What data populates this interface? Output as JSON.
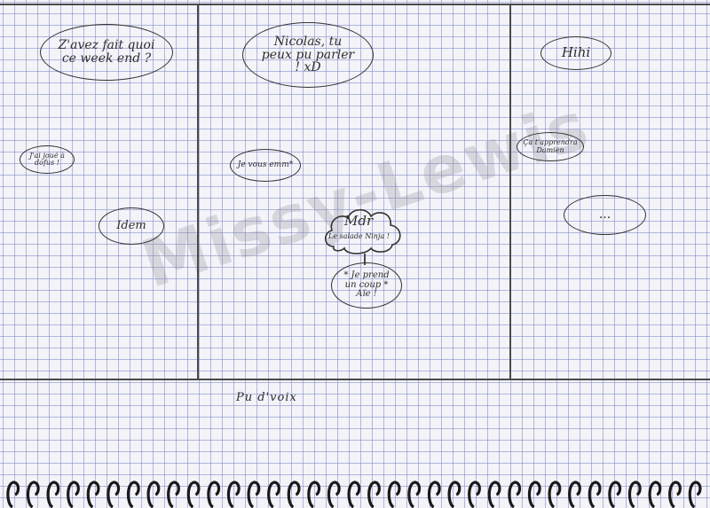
{
  "panels": {
    "top_left": {
      "bubble_main": "Z'avez fait quoi ce week end ?",
      "bubble_small": "J'ai joué à dofus !",
      "bubble_idem": "Idem"
    },
    "top_middle": {
      "bubble_main": "Nicolas, tu peux pu parler ! xD",
      "bubble_small": "Je vous emm*",
      "cloud_name": "Mdr",
      "cloud_sub": "Le salade Ninja !",
      "bubble_bottom": "* Je prend un coup * Aïe !"
    },
    "top_right": {
      "bubble_main": "Hihi",
      "bubble_small": "Ça t'apprendra Damien",
      "bubble_dots": "..."
    },
    "bottom_caption": "Pu d'voix"
  },
  "watermark": "Missy-Lewis",
  "colors": {
    "ink": "#333333",
    "grid": "#7a84c4",
    "paper": "#f3f3f8"
  }
}
